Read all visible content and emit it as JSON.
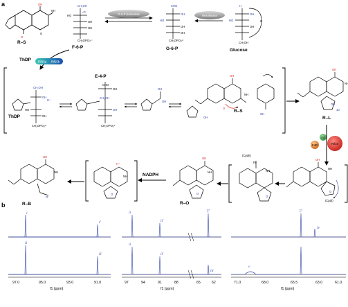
{
  "panel_a": {
    "label": "a",
    "compounds": {
      "rs_top": "R–S",
      "f6p": "F-6-P",
      "g6p": "G-6-P",
      "glucose": "Glucose",
      "e4p": "E-4-P",
      "thdp_intermediate": "ThDP",
      "rs_mid": "R–S",
      "rl": "R–L",
      "ro": "R–O",
      "rb": "R–B",
      "cpdii_top": "(CpdII)",
      "cpdi_right": "(CpdI)"
    },
    "enzymes": {
      "g6p_isomerase": "G-6-P isomerase",
      "hexokinase": "Hexokinase",
      "thdp_cofactor": "ThDP",
      "rif15a": "Rif15a",
      "rif15b": "Rif15b",
      "fdr": "FdR",
      "fd": "Fd",
      "rif16": "Rif16",
      "nadph": "NADPH"
    },
    "colors": {
      "blue_atoms": "#2b3fa8",
      "red_atoms": "#d62a22",
      "rif15a": "#2fb5a8",
      "rif15b": "#1d5fb8",
      "fdr": "#e07d2a",
      "fd": "#3fa14a",
      "rif16": "#d92b26",
      "enzyme_gray": "#8c8c8c"
    }
  },
  "panel_b": {
    "label": "b",
    "spectra": [
      {
        "xlabel": "f1 (ppm)",
        "ticks": [
          "97.0",
          "95.0",
          "93.0",
          "91.0"
        ],
        "peak_labels_top": [
          "i",
          "i'"
        ],
        "peak_labels_bottom": [
          "ii",
          "ii'"
        ]
      },
      {
        "xlabel": "f1 (ppm)",
        "ticks": [
          "97",
          "94",
          "91",
          "88",
          "65",
          "62"
        ],
        "peak_labels_top": [
          "ii",
          "ii'",
          "▽"
        ],
        "peak_labels_bottom": [
          "ii",
          "ii'",
          "iii"
        ]
      },
      {
        "xlabel": "f1 (ppm)",
        "ticks": [
          "71.0",
          "68.0",
          "65.5",
          "63.0",
          "61.0"
        ],
        "peak_labels_top": [
          "▽",
          "iv"
        ],
        "peak_labels_bottom": [
          "v"
        ]
      }
    ]
  }
}
